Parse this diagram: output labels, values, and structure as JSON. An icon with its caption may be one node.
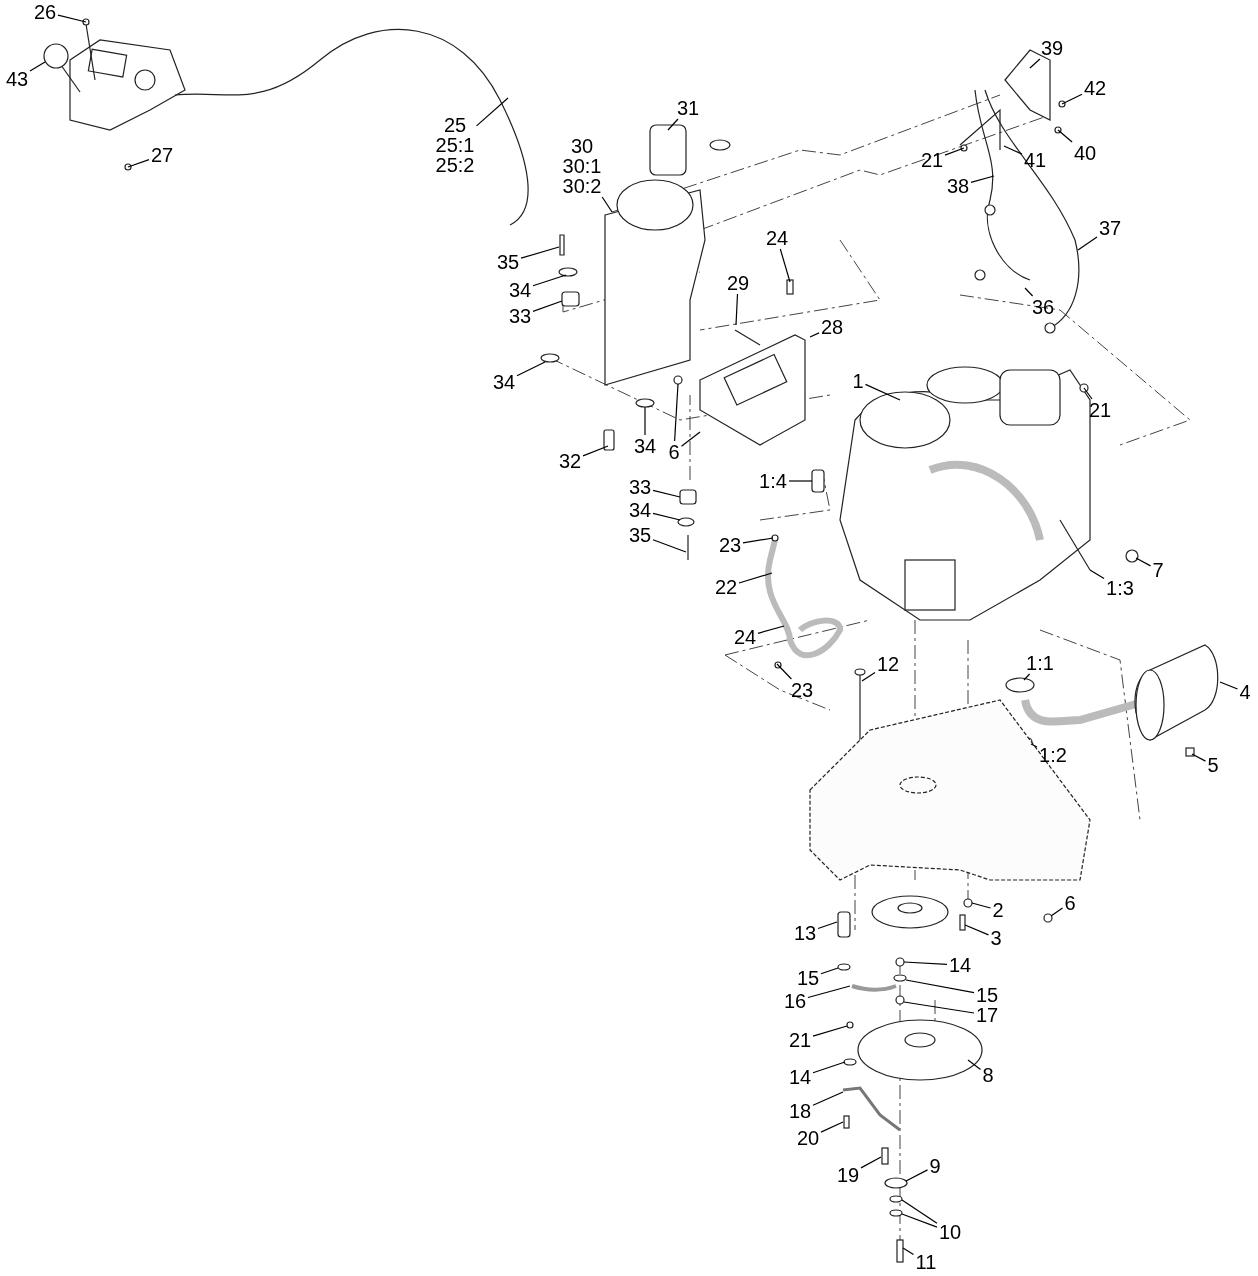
{
  "diagram": {
    "nodes": [
      {
        "text": [
          "26"
        ]
      },
      {
        "text": [
          "43"
        ]
      },
      {
        "text": [
          "31"
        ]
      },
      {
        "text": [
          "25",
          "25:1",
          "25:2"
        ]
      },
      {
        "text": [
          "30",
          "30:1",
          "30:2"
        ]
      },
      {
        "text": [
          "39"
        ]
      },
      {
        "text": [
          "42"
        ]
      },
      {
        "text": [
          "40"
        ]
      },
      {
        "text": [
          "21"
        ]
      },
      {
        "text": [
          "41"
        ]
      },
      {
        "text": [
          "27"
        ]
      },
      {
        "text": [
          "38"
        ]
      },
      {
        "text": [
          "37"
        ]
      },
      {
        "text": [
          "24"
        ]
      },
      {
        "text": [
          "35"
        ]
      },
      {
        "text": [
          "29"
        ]
      },
      {
        "text": [
          "34"
        ]
      },
      {
        "text": [
          "36"
        ]
      },
      {
        "text": [
          "33"
        ]
      },
      {
        "text": [
          "28"
        ]
      },
      {
        "text": [
          "1"
        ]
      },
      {
        "text": [
          "34"
        ]
      },
      {
        "text": [
          "21"
        ]
      },
      {
        "text": [
          "34"
        ]
      },
      {
        "text": [
          "6"
        ]
      },
      {
        "text": [
          "32"
        ]
      },
      {
        "text": [
          "1:4"
        ]
      },
      {
        "text": [
          "33"
        ]
      },
      {
        "text": [
          "34"
        ]
      },
      {
        "text": [
          "35"
        ]
      },
      {
        "text": [
          "23"
        ]
      },
      {
        "text": [
          "7"
        ]
      },
      {
        "text": [
          "22"
        ]
      },
      {
        "text": [
          "1:3"
        ]
      },
      {
        "text": [
          "24"
        ]
      },
      {
        "text": [
          "1:1"
        ]
      },
      {
        "text": [
          "12"
        ]
      },
      {
        "text": [
          "23"
        ]
      },
      {
        "text": [
          "4"
        ]
      },
      {
        "text": [
          "1:2"
        ]
      },
      {
        "text": [
          "5"
        ]
      },
      {
        "text": [
          "6"
        ]
      },
      {
        "text": [
          "2"
        ]
      },
      {
        "text": [
          "3"
        ]
      },
      {
        "text": [
          "13"
        ]
      },
      {
        "text": [
          "14"
        ]
      },
      {
        "text": [
          "15"
        ]
      },
      {
        "text": [
          "15"
        ]
      },
      {
        "text": [
          "16"
        ]
      },
      {
        "text": [
          "17"
        ]
      },
      {
        "text": [
          "21"
        ]
      },
      {
        "text": [
          "14"
        ]
      },
      {
        "text": [
          "8"
        ]
      },
      {
        "text": [
          "18"
        ]
      },
      {
        "text": [
          "20"
        ]
      },
      {
        "text": [
          "19"
        ]
      },
      {
        "text": [
          "9"
        ]
      },
      {
        "text": [
          "10"
        ]
      },
      {
        "text": [
          "11"
        ]
      }
    ],
    "edges": [
      {
        "from": 0,
        "to": null,
        "arrow": "none"
      },
      {
        "from": 1,
        "to": null,
        "arrow": "none"
      },
      {
        "from": 2,
        "to": null,
        "arrow": "none"
      },
      {
        "from": 3,
        "to": null,
        "arrow": "none"
      },
      {
        "from": 4,
        "to": null,
        "arrow": "none"
      },
      {
        "from": 5,
        "to": null,
        "arrow": "none"
      },
      {
        "from": 6,
        "to": null,
        "arrow": "none"
      },
      {
        "from": 7,
        "to": null,
        "arrow": "none"
      },
      {
        "from": 8,
        "to": null,
        "arrow": "none"
      },
      {
        "from": 9,
        "to": null,
        "arrow": "none"
      },
      {
        "from": 10,
        "to": null,
        "arrow": "none"
      },
      {
        "from": 11,
        "to": null,
        "arrow": "none"
      },
      {
        "from": 12,
        "to": null,
        "arrow": "none"
      },
      {
        "from": 13,
        "to": null,
        "arrow": "none"
      },
      {
        "from": 14,
        "to": null,
        "arrow": "none"
      },
      {
        "from": 15,
        "to": null,
        "arrow": "none"
      },
      {
        "from": 16,
        "to": null,
        "arrow": "none"
      },
      {
        "from": 17,
        "to": null,
        "arrow": "none"
      },
      {
        "from": 18,
        "to": null,
        "arrow": "none"
      },
      {
        "from": 19,
        "to": null,
        "arrow": "none"
      },
      {
        "from": 20,
        "to": null,
        "arrow": "none"
      },
      {
        "from": 21,
        "to": null,
        "arrow": "none"
      },
      {
        "from": 22,
        "to": null,
        "arrow": "none"
      },
      {
        "from": 23,
        "to": null,
        "arrow": "none"
      },
      {
        "from": 24,
        "to": null,
        "arrow": "none"
      },
      {
        "from": 24,
        "to": null,
        "arrow": "none"
      },
      {
        "from": 25,
        "to": null,
        "arrow": "none"
      },
      {
        "from": 26,
        "to": null,
        "arrow": "none"
      },
      {
        "from": 27,
        "to": null,
        "arrow": "none"
      },
      {
        "from": 28,
        "to": null,
        "arrow": "none"
      },
      {
        "from": 29,
        "to": null,
        "arrow": "none"
      },
      {
        "from": 30,
        "to": null,
        "arrow": "none"
      },
      {
        "from": 31,
        "to": null,
        "arrow": "none"
      },
      {
        "from": 32,
        "to": null,
        "arrow": "none"
      },
      {
        "from": 33,
        "to": null,
        "arrow": "none"
      },
      {
        "from": 34,
        "to": null,
        "arrow": "none"
      },
      {
        "from": 35,
        "to": null,
        "arrow": "none"
      },
      {
        "from": 36,
        "to": null,
        "arrow": "none"
      },
      {
        "from": 37,
        "to": null,
        "arrow": "none"
      },
      {
        "from": 38,
        "to": null,
        "arrow": "none"
      },
      {
        "from": 39,
        "to": null,
        "arrow": "none"
      },
      {
        "from": 40,
        "to": null,
        "arrow": "none"
      },
      {
        "from": 41,
        "to": null,
        "arrow": "none"
      },
      {
        "from": 42,
        "to": null,
        "arrow": "none"
      },
      {
        "from": 43,
        "to": null,
        "arrow": "none"
      },
      {
        "from": 44,
        "to": null,
        "arrow": "none"
      },
      {
        "from": 45,
        "to": null,
        "arrow": "none"
      },
      {
        "from": 46,
        "to": null,
        "arrow": "none"
      },
      {
        "from": 47,
        "to": null,
        "arrow": "none"
      },
      {
        "from": 48,
        "to": null,
        "arrow": "none"
      },
      {
        "from": 49,
        "to": null,
        "arrow": "none"
      },
      {
        "from": 50,
        "to": null,
        "arrow": "none"
      },
      {
        "from": 51,
        "to": null,
        "arrow": "none"
      },
      {
        "from": 52,
        "to": null,
        "arrow": "none"
      },
      {
        "from": 53,
        "to": null,
        "arrow": "none"
      },
      {
        "from": 54,
        "to": null,
        "arrow": "none"
      },
      {
        "from": 55,
        "to": null,
        "arrow": "none"
      },
      {
        "from": 56,
        "to": null,
        "arrow": "none"
      },
      {
        "from": 57,
        "to": null,
        "arrow": "none"
      },
      {
        "from": 57,
        "to": null,
        "arrow": "none"
      },
      {
        "from": 58,
        "to": null,
        "arrow": "none"
      }
    ]
  }
}
